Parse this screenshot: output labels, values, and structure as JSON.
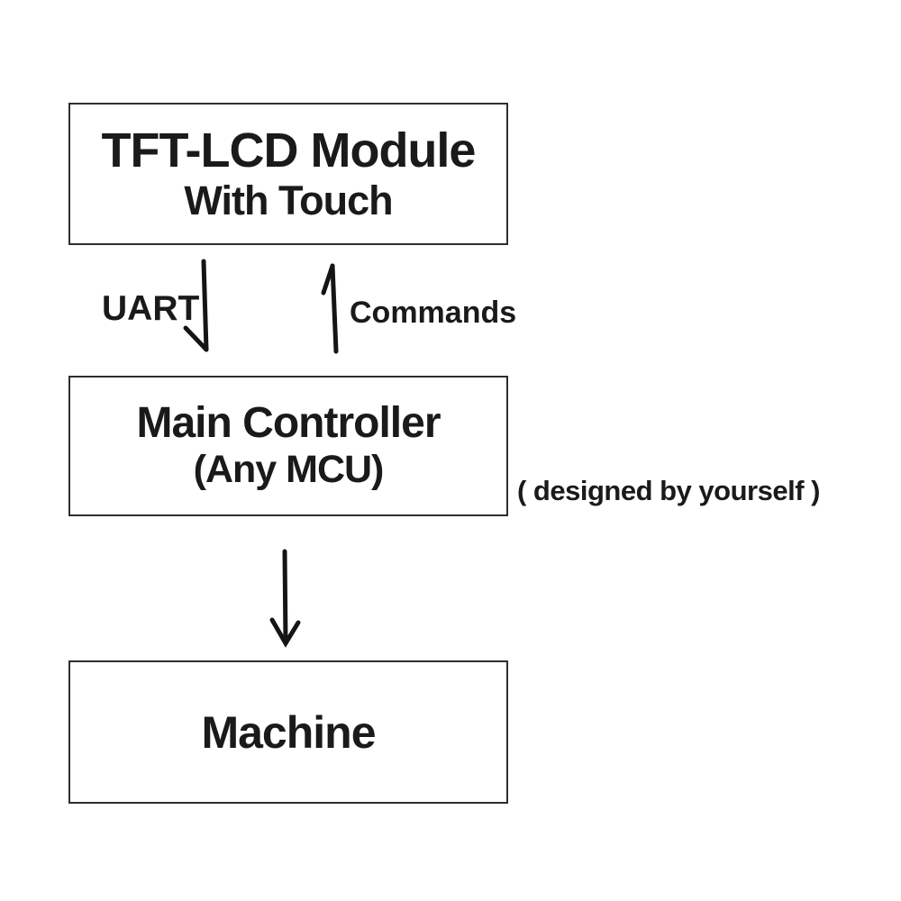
{
  "diagram": {
    "title_implied": "TFT-LCD module to machine control flow",
    "boxes": [
      {
        "id": "tft-lcd-module",
        "line1": "TFT-LCD Module",
        "line2": "With Touch"
      },
      {
        "id": "main-controller",
        "line1": "Main Controller",
        "line2": "(Any MCU)"
      },
      {
        "id": "machine",
        "line1": "Machine"
      }
    ],
    "labels": {
      "uart": "UART",
      "commands": "Commands",
      "designed_note": "( designed by yourself )"
    },
    "arrows": [
      {
        "id": "uart-down-arrow",
        "from": "tft-lcd-module",
        "to": "main-controller",
        "direction": "down",
        "label": "UART"
      },
      {
        "id": "commands-up-arrow",
        "from": "main-controller",
        "to": "tft-lcd-module",
        "direction": "up",
        "label": "Commands"
      },
      {
        "id": "mcu-to-machine-arrow",
        "from": "main-controller",
        "to": "machine",
        "direction": "down",
        "label": ""
      }
    ],
    "colors": {
      "ink": "#1a1a1a",
      "box_border": "#2e2e2e",
      "background": "#ffffff"
    }
  }
}
